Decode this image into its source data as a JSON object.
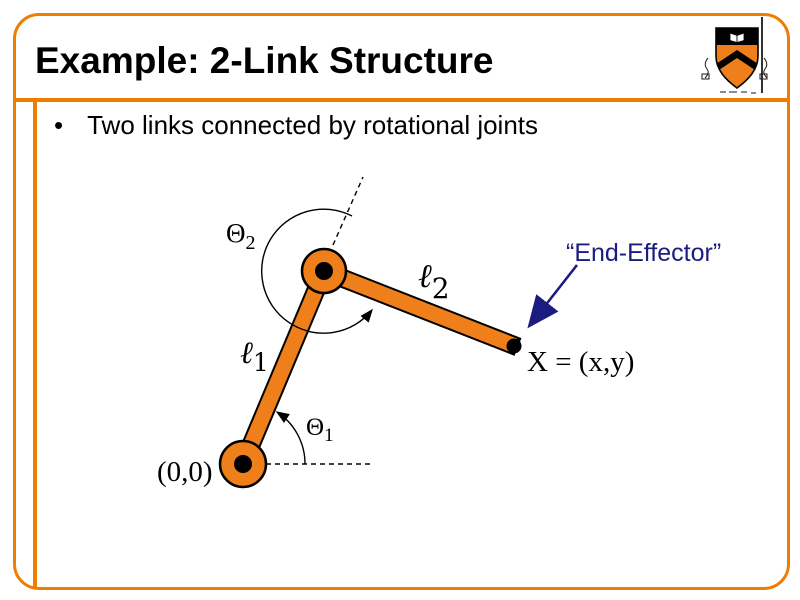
{
  "slide": {
    "title": "Example: 2-Link Structure",
    "bullet_glyph": "•",
    "bullet_text": "Two links connected by rotational joints"
  },
  "logo": {
    "name": "Princeton University shield"
  },
  "colors": {
    "link_orange": "#EE7F1B",
    "frame_orange": "#F07D00",
    "callout_navy": "#1B1B80",
    "ink_black": "#000000"
  },
  "diagram": {
    "labels": {
      "theta2_base": "Θ",
      "theta2_sub": "2",
      "theta1_base": "Θ",
      "theta1_sub": "1",
      "link1_base": "ℓ",
      "link1_sub": "1",
      "link2_base": "ℓ",
      "link2_sub": "2",
      "origin": "(0,0)",
      "end_point": "X = (x,y)",
      "end_effector_callout": "“End-Effector”"
    }
  }
}
